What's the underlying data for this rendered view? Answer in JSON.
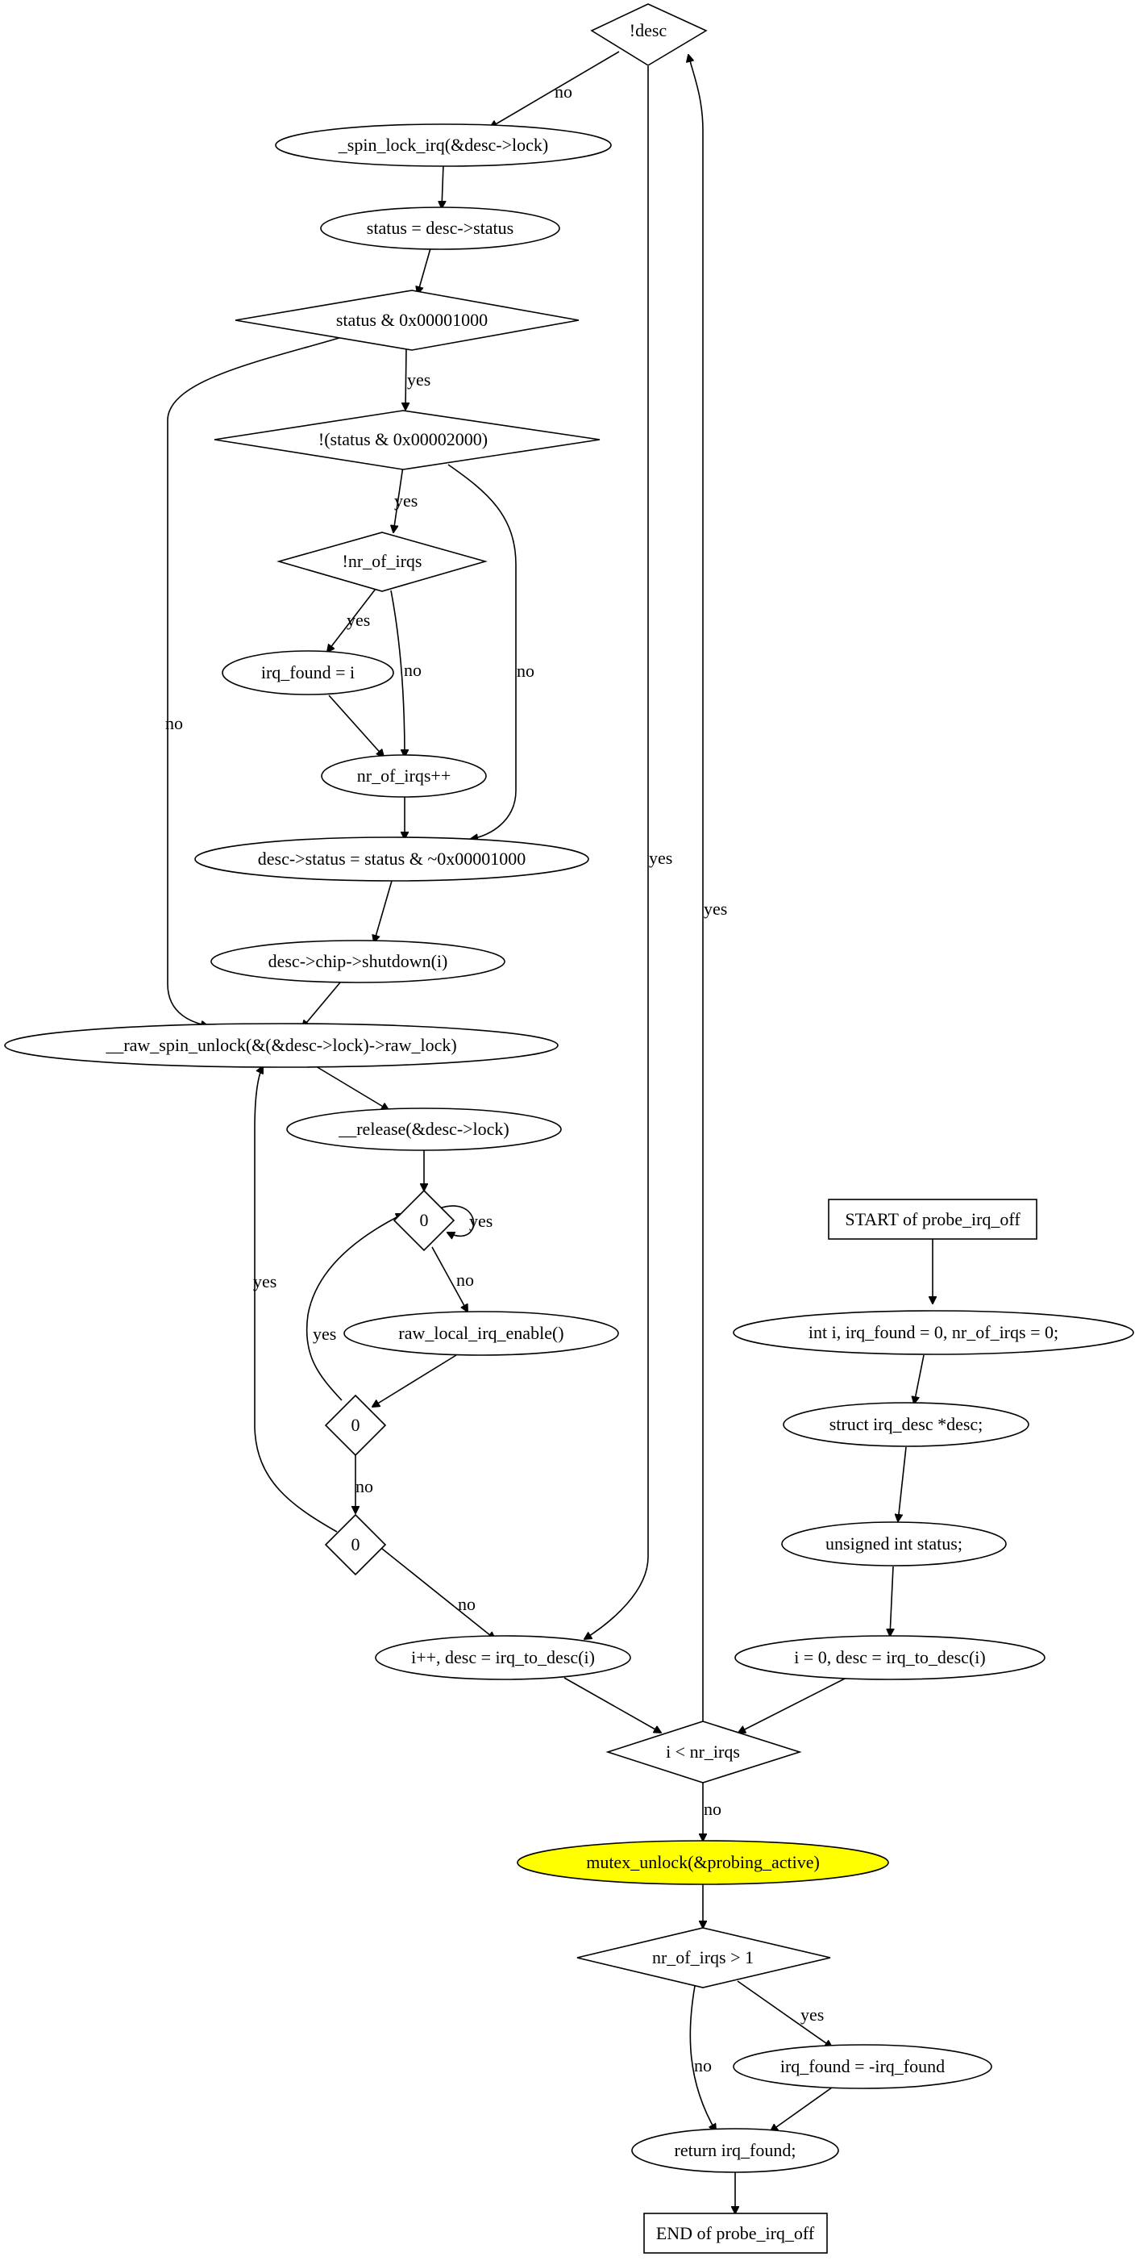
{
  "colors": {
    "highlight": "#ffff00",
    "stroke": "#000000",
    "background": "#ffffff"
  },
  "nodes": {
    "not_desc": "!desc",
    "spin_lock": "_spin_lock_irq(&desc->lock)",
    "status_assign": "status = desc->status",
    "status_check": "status & 0x00001000",
    "not_status_check": "!(status & 0x00002000)",
    "not_nr_of_irqs": "!nr_of_irqs",
    "irq_found_eq_i": "irq_found = i",
    "nr_of_irqs_inc": "nr_of_irqs++",
    "desc_status_clear": "desc->status = status & ~0x00001000",
    "chip_shutdown": "desc->chip->shutdown(i)",
    "raw_spin_unlock": "__raw_spin_unlock(&(&desc->lock)->raw_lock)",
    "release": "__release(&desc->lock)",
    "zero_a": "0",
    "raw_local_irq_enable": "raw_local_irq_enable()",
    "zero_b": "0",
    "zero_c": "0",
    "i_inc": "i++, desc = irq_to_desc(i)",
    "start": "START of probe_irq_off",
    "decl_ints": "int i, irq_found = 0, nr_of_irqs = 0;",
    "decl_desc": "struct irq_desc *desc;",
    "decl_status": "unsigned int status;",
    "init_i": "i = 0, desc = irq_to_desc(i)",
    "loop_cond": "i < nr_irqs",
    "mutex_unlock": "mutex_unlock(&probing_active)",
    "nr_gt_1": "nr_of_irqs > 1",
    "irq_found_neg": "irq_found = -irq_found",
    "return_irq_found": "return irq_found;",
    "end": "END of probe_irq_off"
  },
  "edge_labels": {
    "yes": "yes",
    "no": "no"
  }
}
